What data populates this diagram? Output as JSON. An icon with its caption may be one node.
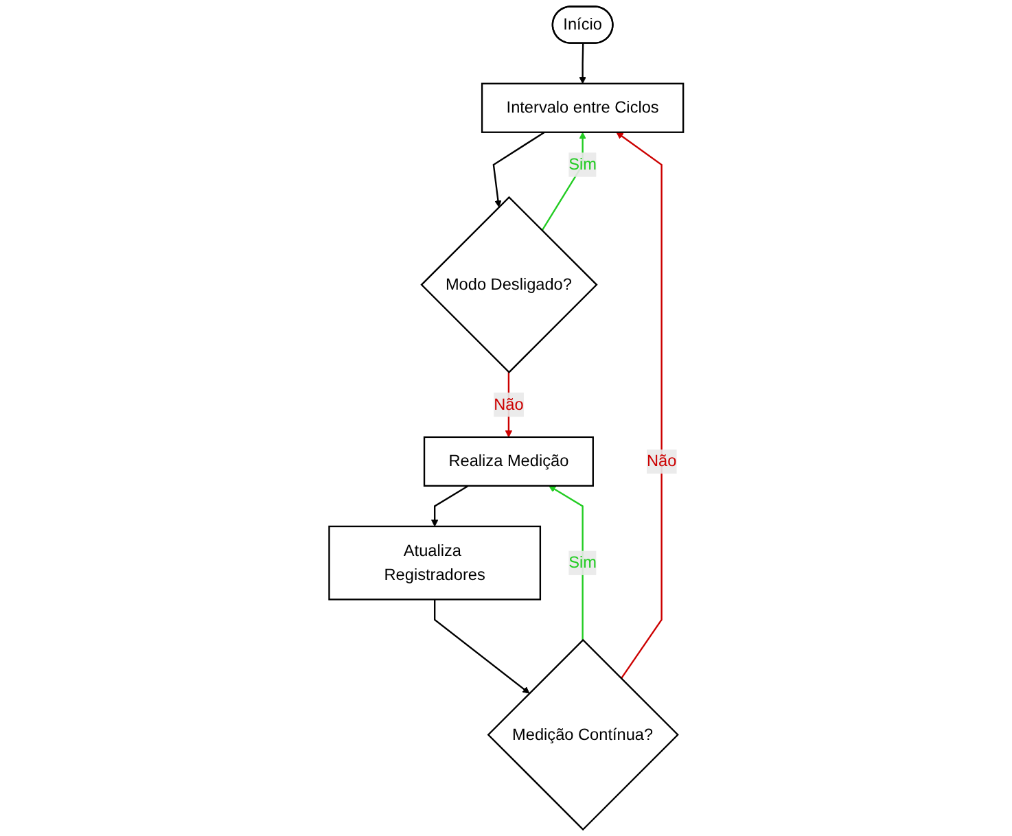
{
  "diagram": {
    "nodes": [
      {
        "text": [
          "Início"
        ]
      },
      {
        "text": [
          "Intervalo entre Ciclos"
        ]
      },
      {
        "text": [
          "Modo Desligado?"
        ]
      },
      {
        "text": [
          "Realiza Medição"
        ]
      },
      {
        "text": [
          "Atualiza Registradores"
        ]
      },
      {
        "text": [
          "Medição Contínua?"
        ]
      }
    ],
    "edges": [
      {
        "from": 0,
        "to": 1,
        "arrow": "to"
      },
      {
        "from": 1,
        "to": 2,
        "arrow": "to"
      },
      {
        "from": 2,
        "to": 3,
        "arrow": "to",
        "label": "Não",
        "color": "#cc0000"
      },
      {
        "from": 2,
        "to": 1,
        "arrow": "to",
        "label": "Sim",
        "color": "#22cc22"
      },
      {
        "from": 3,
        "to": 4,
        "arrow": "to"
      },
      {
        "from": 4,
        "to": 5,
        "arrow": "to"
      },
      {
        "from": 5,
        "to": 3,
        "arrow": "to",
        "label": "Sim",
        "color": "#22cc22"
      },
      {
        "from": 5,
        "to": 1,
        "arrow": "to",
        "label": "Não",
        "color": "#cc0000"
      }
    ]
  }
}
